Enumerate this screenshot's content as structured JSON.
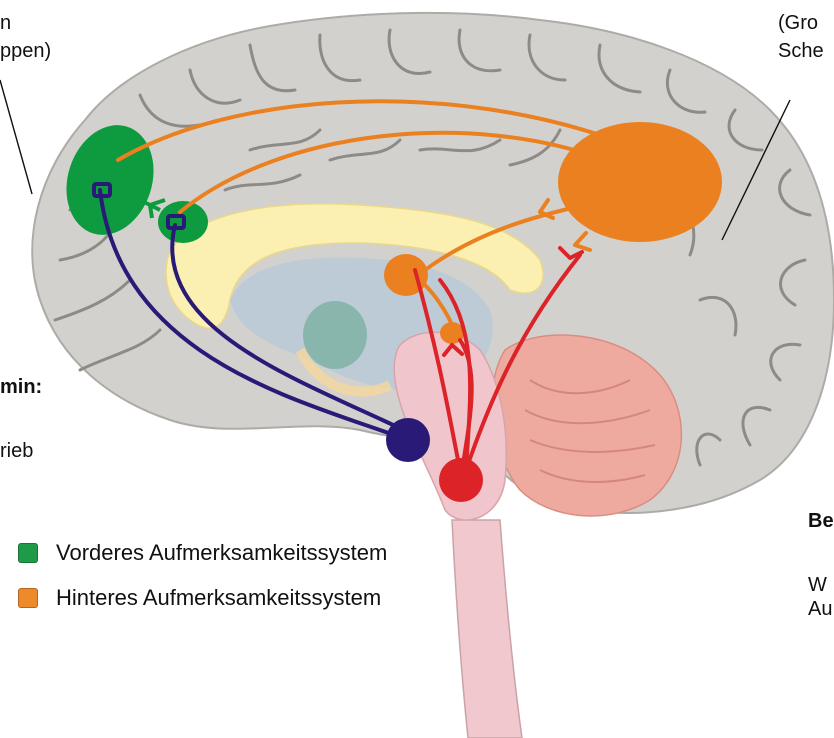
{
  "labels": {
    "top_left_line1": "n",
    "top_left_line2": "ppen)",
    "top_right_line1": "(Gro",
    "top_right_line2": "Sche",
    "left_mid_bold": "min:",
    "left_mid_text": "rieb",
    "right_mid_bold": "Be",
    "right_bottom_line1": "W",
    "right_bottom_line2": "Au"
  },
  "legend": [
    {
      "label": "Vorderes Aufmerksamkeitssystem",
      "color": "#1f9a48"
    },
    {
      "label": "Hinteres Aufmerksamkeitssystem",
      "color": "#ee8a2a"
    }
  ],
  "colors": {
    "brain": "#d2d0cd",
    "brain_outline": "#b9b6b2",
    "gyri_lines": "#8f8c88",
    "green": "#0e9a3e",
    "orange": "#ea8020",
    "navy": "#2a1a78",
    "red": "#dc2428",
    "thalamus_yellow": "#fdf2b4",
    "brainstem": "#f2c6cc",
    "cerebellum": "#efa99e",
    "inner_blue": "#b6c9d8"
  }
}
